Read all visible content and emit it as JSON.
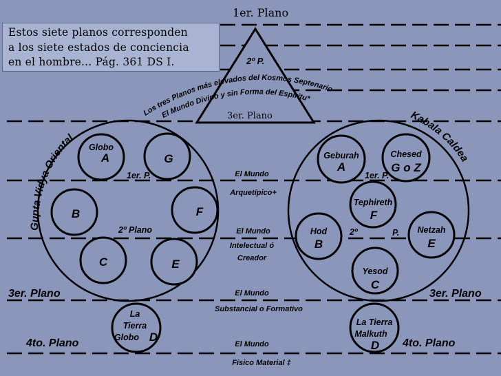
{
  "caption": {
    "line1": "Estos siete planos corresponden",
    "line2": "a los siete estados de conciencia",
    "line3": "en el hombre... Pág. 361 DS I."
  },
  "planes": {
    "plane1": "1er. Plano",
    "triangle_p": "2º P.",
    "plane3_tri": "3er. Plano",
    "plane3": "3er. Plano",
    "plane4": "4to. Plano"
  },
  "arc_text": {
    "line1": "Los tres Planos más elevados del Kosmos Septenario",
    "line2": "El Mundo Divino y sin Forma del Espíritu*"
  },
  "side_labels": {
    "left": "Gupta Vidya Oriental",
    "right": "Kabala Caldea"
  },
  "center_labels": {
    "mundo1": "El Mundo",
    "arquetipico": "Arquetípico+",
    "mundo2": "El Mundo",
    "intelectual": "Intelectual ó",
    "creador": "Creador",
    "mundo3": "El Mundo",
    "substancial": "Substancial o Formativo",
    "mundo4": "El Mundo",
    "fisico": "Físico Material ‡"
  },
  "left_circle": {
    "plane1": "1er. P.",
    "plane2": "2º Plano",
    "globo_label": "Globo",
    "A": "A",
    "G": "G",
    "B": "B",
    "F": "F",
    "C": "C",
    "E": "E"
  },
  "right_circle": {
    "geburah": "Geburah",
    "geburah_letter": "A",
    "chesed": "Chesed",
    "chesed_letter": "G o Z",
    "plane1": "1er. P.",
    "tephireth": "Tephireth",
    "tephireth_letter": "F",
    "hod": "Hod",
    "hod_letter": "B",
    "plane2": "2º",
    "p": "P.",
    "netzah": "Netzah",
    "netzah_letter": "E",
    "yesod": "Yesod",
    "yesod_letter": "C"
  },
  "bottom_left": {
    "line1": "La",
    "line2": "Tierra",
    "line3": "Globo",
    "letter": "D"
  },
  "bottom_right": {
    "line1": "La Tierra",
    "line2": "Malkuth",
    "letter": "D"
  }
}
